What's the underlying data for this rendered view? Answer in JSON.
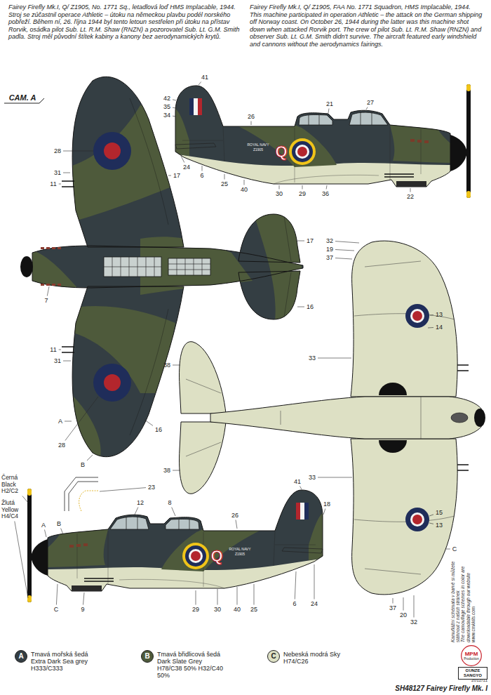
{
  "diagram": {
    "nodes": [
      {
        "text": [
          "MPM",
          "Production"
        ]
      },
      {
        "text": [
          "GUNZE SANGYO"
        ]
      }
    ],
    "labels": [
      "Fairey Firefly Mk.I, Q/ Z1905, No. 1771 Sq., letadlová loď HMS Implacable, 1944. Stroj se zúčastnil operace Athletic – útoku na německou plavbu podél norského pobřeží. Během ní, 26. října 1944 byl tento letoun sestřelen při útoku na přístav Rorvik, osádka pilot Sub. Lt. R.M. Shaw (RNZN) a pozorovatel Sub. Lt. G.M. Smith padla. Stroj měl původní štítek kabiny a kanony bez aerodynamických krytů.",
      "Fairey Firefly Mk.I, Q/ Z1905, FAA No. 1771 Squadron, HMS Implacable, 1944. This machine participated in operation Athletic – the attack on the German shipping off Norway coast. On October 26, 1944 during the latter was this machine shot down when attacked Rorvik port. The crew of pilot Sub. Lt. R.M. Shaw (RNZN) and observer Sub. Lt. G.M. Smith didn't survive. The aircraft featured early windshield and cannons without the aerodynamics fairings.",
      "CAM. A",
      "41",
      "42",
      "35",
      "34",
      "26",
      "21",
      "27",
      "6",
      "25",
      "40",
      "30",
      "29",
      "36",
      "22",
      "17",
      "24",
      "28",
      "31",
      "11",
      "7",
      "11",
      "31",
      "A",
      "28",
      "16",
      "B",
      "17",
      "16",
      "32",
      "19",
      "37",
      "13",
      "14",
      "38",
      "33",
      "38",
      "33",
      "15",
      "13",
      "C",
      "37",
      "20",
      "32",
      "Černá Black H2/C2",
      "Žlutá Yellow H4/C4",
      "A",
      "B",
      "12",
      "8",
      "26",
      "41",
      "18",
      "23",
      "C",
      "9",
      "29",
      "30",
      "40",
      "25",
      "6",
      "24",
      "Q",
      "Q",
      "ROYAL NAVY",
      "Z1905",
      "ROYAL NAVY",
      "Z1905",
      "A",
      "B",
      "C",
      "Kamuflážní schémata v barvě si můžete stáhnout z našich stránek",
      "The camouflage schemes in color are downloadable through our website",
      "www.cmkkits.com",
      "2012/11",
      "SH48127 Fairey Firefly Mk. I"
    ],
    "legend": [
      {
        "text": "Tmavá mořská šedá Extra Dark Sea grey H333/C333",
        "color": "#343e43"
      },
      {
        "text": "Tmavá břidlicová šedá Dark Slate Grey H78/C38 50% H32/C40 50%",
        "color": "#4e5a3b"
      },
      {
        "text": "Nebeská modrá Sky H74/C26",
        "color": "#dde0c4"
      }
    ]
  }
}
